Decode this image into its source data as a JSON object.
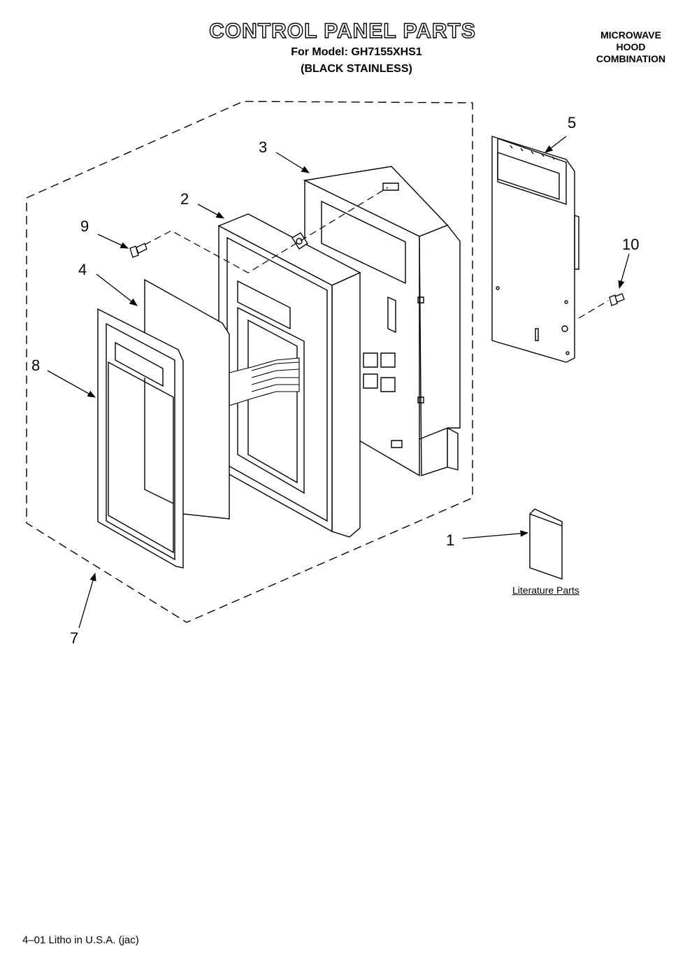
{
  "header": {
    "title": "CONTROL PANEL PARTS",
    "model_line": "For Model: GH7155XHS1",
    "finish_line": "(BLACK STAINLESS)",
    "product_type": [
      "MICROWAVE",
      "HOOD",
      "COMBINATION"
    ]
  },
  "callouts": [
    {
      "id": "1",
      "label": "1"
    },
    {
      "id": "2",
      "label": "2"
    },
    {
      "id": "3",
      "label": "3"
    },
    {
      "id": "4",
      "label": "4"
    },
    {
      "id": "5",
      "label": "5"
    },
    {
      "id": "7",
      "label": "7"
    },
    {
      "id": "8",
      "label": "8"
    },
    {
      "id": "9",
      "label": "9"
    },
    {
      "id": "10",
      "label": "10"
    }
  ],
  "literature_label": "Literature Parts",
  "footer": "4–01 Litho in U.S.A. (jac)"
}
